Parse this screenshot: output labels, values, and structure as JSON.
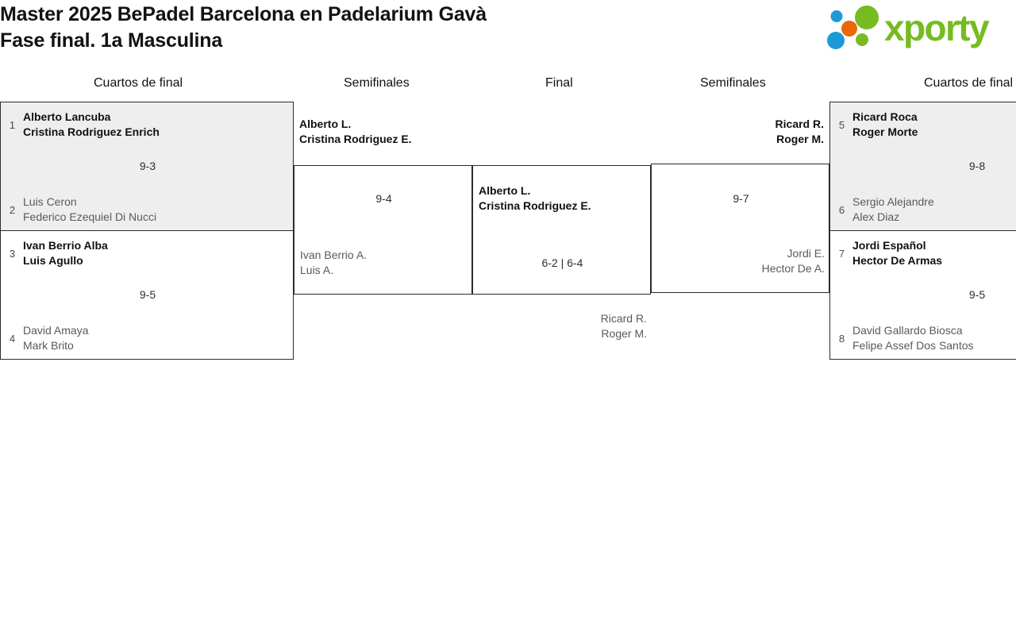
{
  "header": {
    "title_line1": "Master 2025 BePadel Barcelona en Padelarium Gavà",
    "title_line2": "Fase final. 1a Masculina",
    "logo_word": "xporty"
  },
  "colors": {
    "brand_green": "#76bc21",
    "brand_blue": "#1b9ad6",
    "brand_orange": "#e8690b",
    "shaded_row": "#eeeeee",
    "border": "#2b2b2b"
  },
  "rounds": [
    {
      "label": "Cuartos de final",
      "side": "left"
    },
    {
      "label": "Semifinales",
      "side": "left"
    },
    {
      "label": "Final",
      "side": "center"
    },
    {
      "label": "Semifinales",
      "side": "right"
    },
    {
      "label": "Cuartos de final",
      "side": "right"
    }
  ],
  "matches": {
    "qf1": {
      "score": "9-3",
      "top": {
        "seed": "1",
        "p1": "Alberto Lancuba",
        "p2": "Cristina Rodriguez Enrich",
        "result": "win"
      },
      "bottom": {
        "seed": "2",
        "p1": "Luis Ceron",
        "p2": "Federico Ezequiel Di Nucci",
        "result": "lose"
      }
    },
    "qf2": {
      "score": "9-5",
      "top": {
        "seed": "3",
        "p1": "Ivan Berrio Alba",
        "p2": "Luis Agullo",
        "result": "win"
      },
      "bottom": {
        "seed": "4",
        "p1": "David Amaya",
        "p2": "Mark Brito",
        "result": "lose"
      }
    },
    "qf3": {
      "score": "9-8",
      "top": {
        "seed": "5",
        "p1": "Ricard Roca",
        "p2": "Roger Morte",
        "result": "win"
      },
      "bottom": {
        "seed": "6",
        "p1": "Sergio Alejandre",
        "p2": "Alex Diaz",
        "result": "lose"
      }
    },
    "qf4": {
      "score": "9-5",
      "top": {
        "seed": "7",
        "p1": "Jordi Español",
        "p2": "Hector De Armas",
        "result": "win"
      },
      "bottom": {
        "seed": "8",
        "p1": "David Gallardo Biosca",
        "p2": "Felipe Assef Dos Santos",
        "result": "lose"
      }
    },
    "sf1": {
      "score": "9-4",
      "top": {
        "p1": "Alberto L.",
        "p2": "Cristina Rodriguez E.",
        "result": "win"
      },
      "bottom": {
        "p1": "Ivan Berrio A.",
        "p2": "Luis A.",
        "result": "lose"
      }
    },
    "sf2": {
      "score": "9-7",
      "top": {
        "p1": "Ricard R.",
        "p2": "Roger M.",
        "result": "win"
      },
      "bottom": {
        "p1": "Jordi E.",
        "p2": "Hector De A.",
        "result": "lose"
      }
    },
    "final": {
      "score": "6-2 | 6-4",
      "top": {
        "p1": "Alberto L.",
        "p2": "Cristina Rodriguez E.",
        "result": "win"
      },
      "bottom": {
        "p1": "Ricard R.",
        "p2": "Roger M.",
        "result": "lose"
      }
    }
  }
}
